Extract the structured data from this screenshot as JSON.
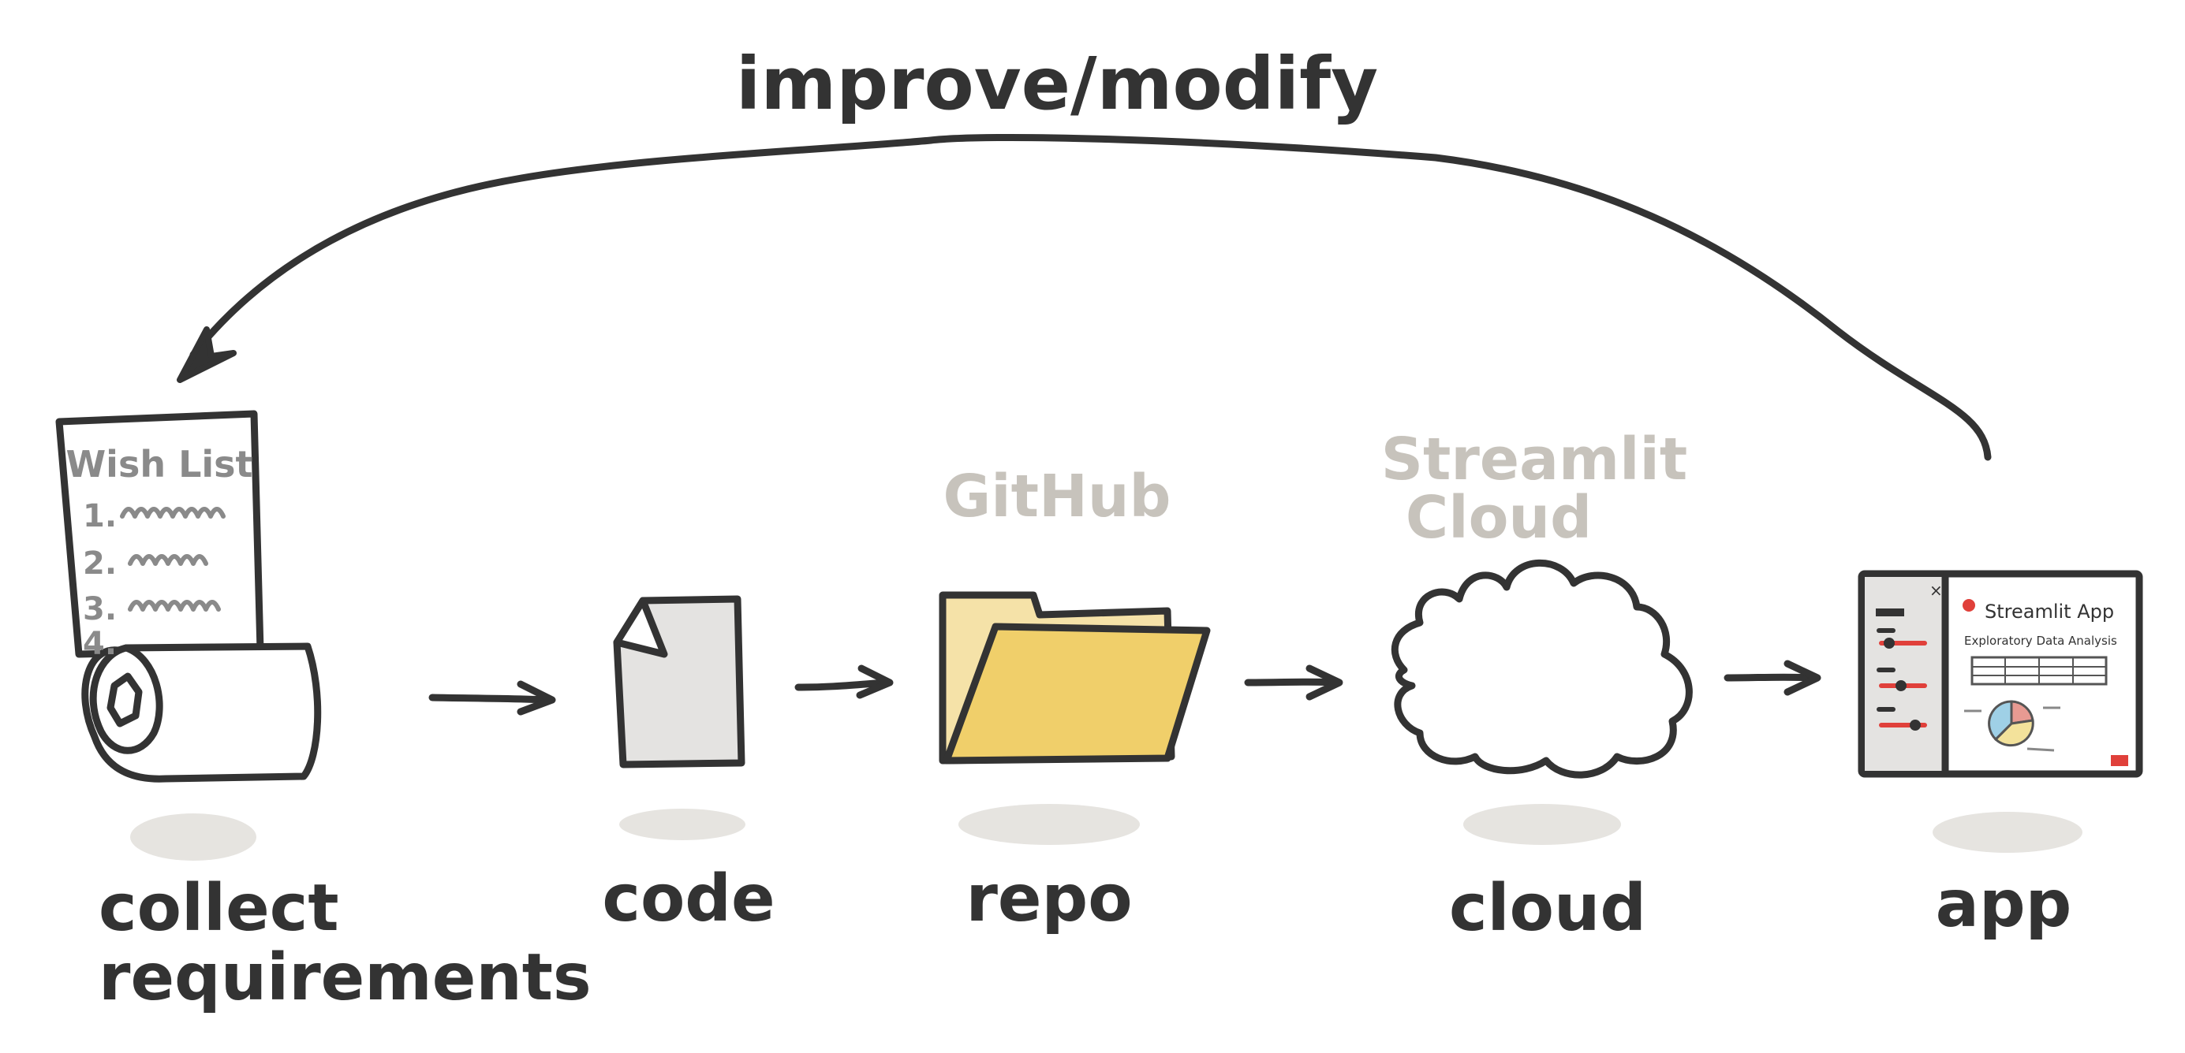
{
  "loop_label": "improve/modify",
  "steps": [
    {
      "label_lines": [
        "collect",
        "requirements"
      ]
    },
    {
      "label_lines": [
        "code"
      ]
    },
    {
      "label_lines": [
        "repo"
      ],
      "caption_lines": [
        "GitHub"
      ]
    },
    {
      "label_lines": [
        "cloud"
      ],
      "caption_lines": [
        "Streamlit",
        "Cloud"
      ]
    },
    {
      "label_lines": [
        "app"
      ]
    }
  ],
  "wish_list": {
    "title": "Wish List",
    "items": [
      "1.",
      "2.",
      "3.",
      "4."
    ]
  },
  "app_window": {
    "title": "Streamlit App",
    "subtitle": "Exploratory Data Analysis"
  },
  "colors": {
    "ink": "#333333",
    "caption": "#c7c3bc",
    "folder_front": "#f0cf6a",
    "folder_back": "#f5e2a8",
    "document": "#e4e3e1",
    "shadow": "#e6e4e0",
    "accent_red": "#e0403a",
    "pie_blue": "#9fd0e6",
    "pie_yellow": "#f3e29b",
    "pie_red": "#e79a92"
  }
}
